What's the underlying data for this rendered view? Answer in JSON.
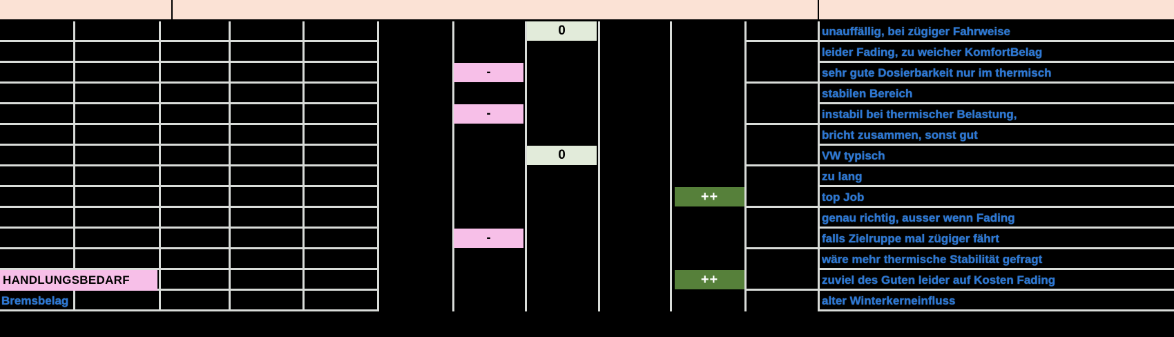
{
  "header": {
    "band_color": "#FBE2D5",
    "segments": [
      {
        "label": ""
      },
      {
        "label": ""
      },
      {
        "label": ""
      }
    ]
  },
  "colors": {
    "header_peach": "#FBE2D5",
    "rating_zero_bg": "#E2EBDA",
    "rating_minus_bg": "#F7BFE8",
    "rating_plusplus_bg": "#56803A",
    "gridline": "#D9DCD9",
    "comment_text": "#2C77D6",
    "background": "#000000"
  },
  "ratings": {
    "zero": "0",
    "minus": "-",
    "plusplus": "++"
  },
  "labels": {
    "handlungsbedarf": "HANDLUNGSBEDARF",
    "bremsbelag": "Bremsbelag"
  },
  "rows": [
    {
      "index": 1,
      "rating": "0",
      "rating_col": "c8",
      "comment": "unauffällig, bei zügiger Fahrweise"
    },
    {
      "index": 2,
      "rating": null,
      "rating_col": null,
      "comment": "leider Fading, zu weicher KomfortBelag"
    },
    {
      "index": 3,
      "rating": "-",
      "rating_col": "c7",
      "comment": "sehr gute  Dosierbarkeit nur im thermisch"
    },
    {
      "index": 4,
      "rating": null,
      "rating_col": null,
      "comment": "stabilen Bereich"
    },
    {
      "index": 5,
      "rating": "-",
      "rating_col": "c7",
      "comment": "instabil bei thermischer Belastung,"
    },
    {
      "index": 6,
      "rating": null,
      "rating_col": null,
      "comment": "bricht zusammen, sonst gut"
    },
    {
      "index": 7,
      "rating": "0",
      "rating_col": "c8",
      "comment": "VW typisch"
    },
    {
      "index": 8,
      "rating": null,
      "rating_col": null,
      "comment": "zu lang"
    },
    {
      "index": 9,
      "rating": "++",
      "rating_col": "c10",
      "comment": "top Job"
    },
    {
      "index": 10,
      "rating": null,
      "rating_col": null,
      "comment": "genau richtig, ausser wenn Fading"
    },
    {
      "index": 11,
      "rating": "-",
      "rating_col": "c7",
      "comment": "falls Zielruppe mal zügiger fährt"
    },
    {
      "index": 12,
      "rating": null,
      "rating_col": null,
      "comment": "wäre mehr thermische Stabilität gefragt"
    },
    {
      "index": 13,
      "rating": "++",
      "rating_col": "c10",
      "comment": "zuviel des Guten leider auf Kosten Fading"
    },
    {
      "index": 14,
      "rating": null,
      "rating_col": null,
      "comment": "alter Winterkerneinfluss"
    }
  ]
}
